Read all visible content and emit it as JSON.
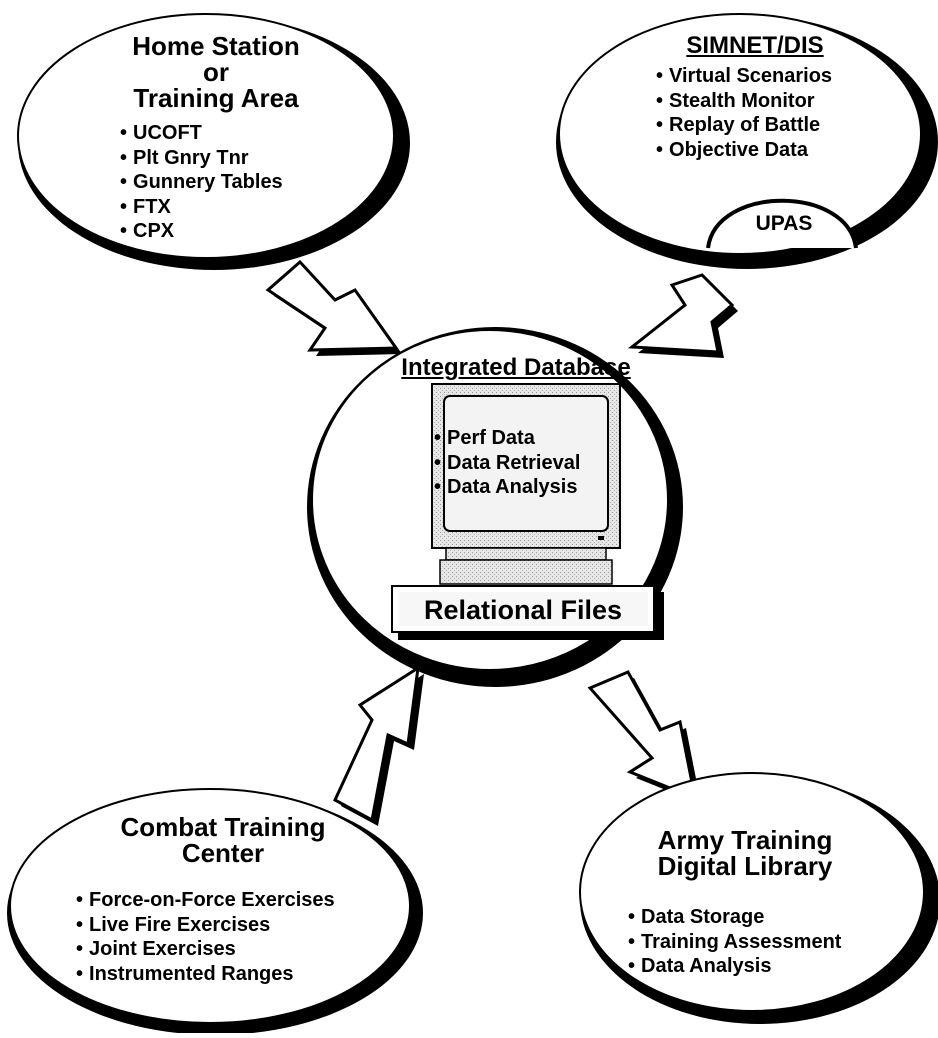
{
  "home_station": {
    "title_lines": [
      "Home Station",
      "or",
      "Training Area"
    ],
    "items": [
      "UCOFT",
      "Plt Gnry Tnr",
      "Gunnery Tables",
      "FTX",
      "CPX"
    ]
  },
  "simnet": {
    "title": "SIMNET/DIS",
    "items": [
      "Virtual Scenarios",
      "Stealth Monitor",
      "Replay of Battle",
      "Objective Data"
    ],
    "sub_label": "UPAS"
  },
  "integrated_database": {
    "title": "Integrated Database",
    "screen_items": [
      "Perf Data",
      "Data Retrieval",
      "Data Analysis"
    ],
    "base_label": "Relational Files"
  },
  "combat_training": {
    "title_lines": [
      "Combat Training",
      "Center"
    ],
    "items": [
      "Force-on-Force Exercises",
      "Live Fire Exercises",
      "Joint Exercises",
      "Instrumented Ranges"
    ]
  },
  "army_library": {
    "title_lines": [
      "Army Training",
      "Digital Library"
    ],
    "items": [
      "Data Storage",
      "Training Assessment",
      "Data Analysis"
    ]
  },
  "colors": {
    "ink": "#000000",
    "paper": "#ffffff",
    "screen": "#d6d6d6",
    "monitor": "#e4e4e4"
  }
}
